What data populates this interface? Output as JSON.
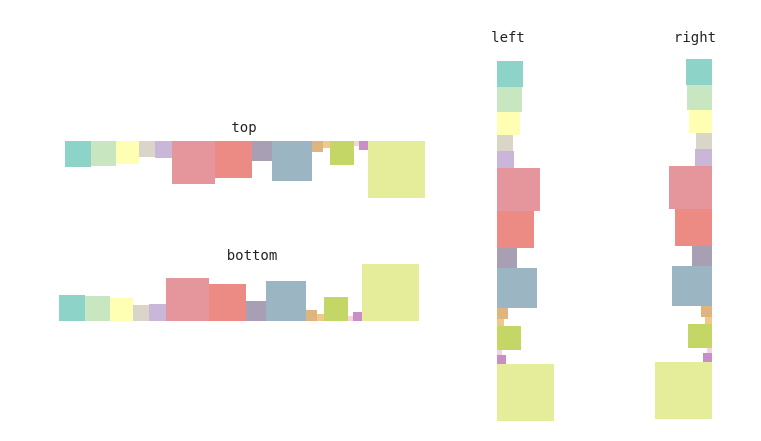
{
  "labels": {
    "top": "top",
    "bottom": "bottom",
    "left": "left",
    "right": "right"
  },
  "palette": [
    "#8dd3c7",
    "#c8e6c0",
    "#ffffb3",
    "#d9d5c8",
    "#c9b6d8",
    "#e5969c",
    "#ec8a84",
    "#a89fb5",
    "#9bb6c2",
    "#e0b47e",
    "#f0c98a",
    "#c4d665",
    "#f6d3df",
    "#c98ec6",
    "#e6ed9a"
  ],
  "sizes": [
    26,
    25,
    23,
    16,
    17,
    43,
    37,
    20,
    40,
    11,
    7,
    24,
    5,
    9,
    57
  ]
}
